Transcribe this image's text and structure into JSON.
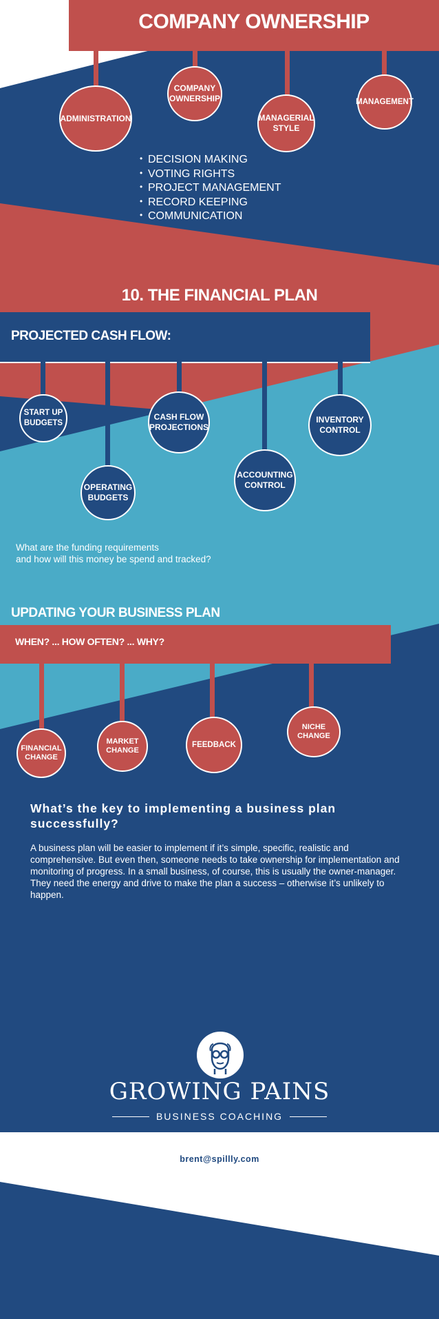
{
  "colors": {
    "navy": "#214a80",
    "red": "#c0504d",
    "teal": "#4aabc7",
    "white": "#ffffff"
  },
  "ownership": {
    "title": "COMPANY OWNERSHIP",
    "circles": [
      {
        "label": "ADMINISTRATION"
      },
      {
        "label": "COMPANY\nOWNERSHIP"
      },
      {
        "label": "MANAGERIAL\nSTYLE"
      },
      {
        "label": "MANAGEMENT"
      }
    ],
    "bullets": [
      "DECISION MAKING",
      "VOTING RIGHTS",
      "PROJECT MANAGEMENT",
      "RECORD KEEPING",
      "COMMUNICATION"
    ]
  },
  "financial": {
    "title": "10. THE FINANCIAL PLAN",
    "banner": "PROJECTED CASH FLOW:",
    "circles": [
      {
        "label": "START UP\nBUDGETS"
      },
      {
        "label": "OPERATING\nBUDGETS"
      },
      {
        "label": "CASH FLOW\nPROJECTIONS"
      },
      {
        "label": "ACCOUNTING\nCONTROL"
      },
      {
        "label": "INVENTORY\nCONTROL"
      }
    ],
    "question": "What are the funding requirements\nand how will this money be spend and tracked?"
  },
  "updating": {
    "title": "UPDATING YOUR BUSINESS PLAN",
    "banner": "WHEN? ... HOW OFTEN? ... WHY?",
    "circles": [
      {
        "label": "FINANCIAL\nCHANGE"
      },
      {
        "label": "MARKET\nCHANGE"
      },
      {
        "label": "FEEDBACK"
      },
      {
        "label": "NICHE\nCHANGE"
      }
    ]
  },
  "key": {
    "heading": "What’s the key to implementing a business plan successfully?",
    "body": "A business plan will be easier to implement if it’s simple, specific, realistic and comprehensive. But even then, someone needs to take ownership for implementation and monitoring of progress. In a small business, of course, this is usually the owner-manager. They need the energy and drive to make the plan a success – otherwise it’s unlikely to happen."
  },
  "brand": {
    "logo_icon": "head-with-glasses-icon",
    "name": "GROWING PAINS",
    "tagline": "BUSINESS  COACHING"
  },
  "footer": {
    "email": "brent@spillly.com"
  }
}
